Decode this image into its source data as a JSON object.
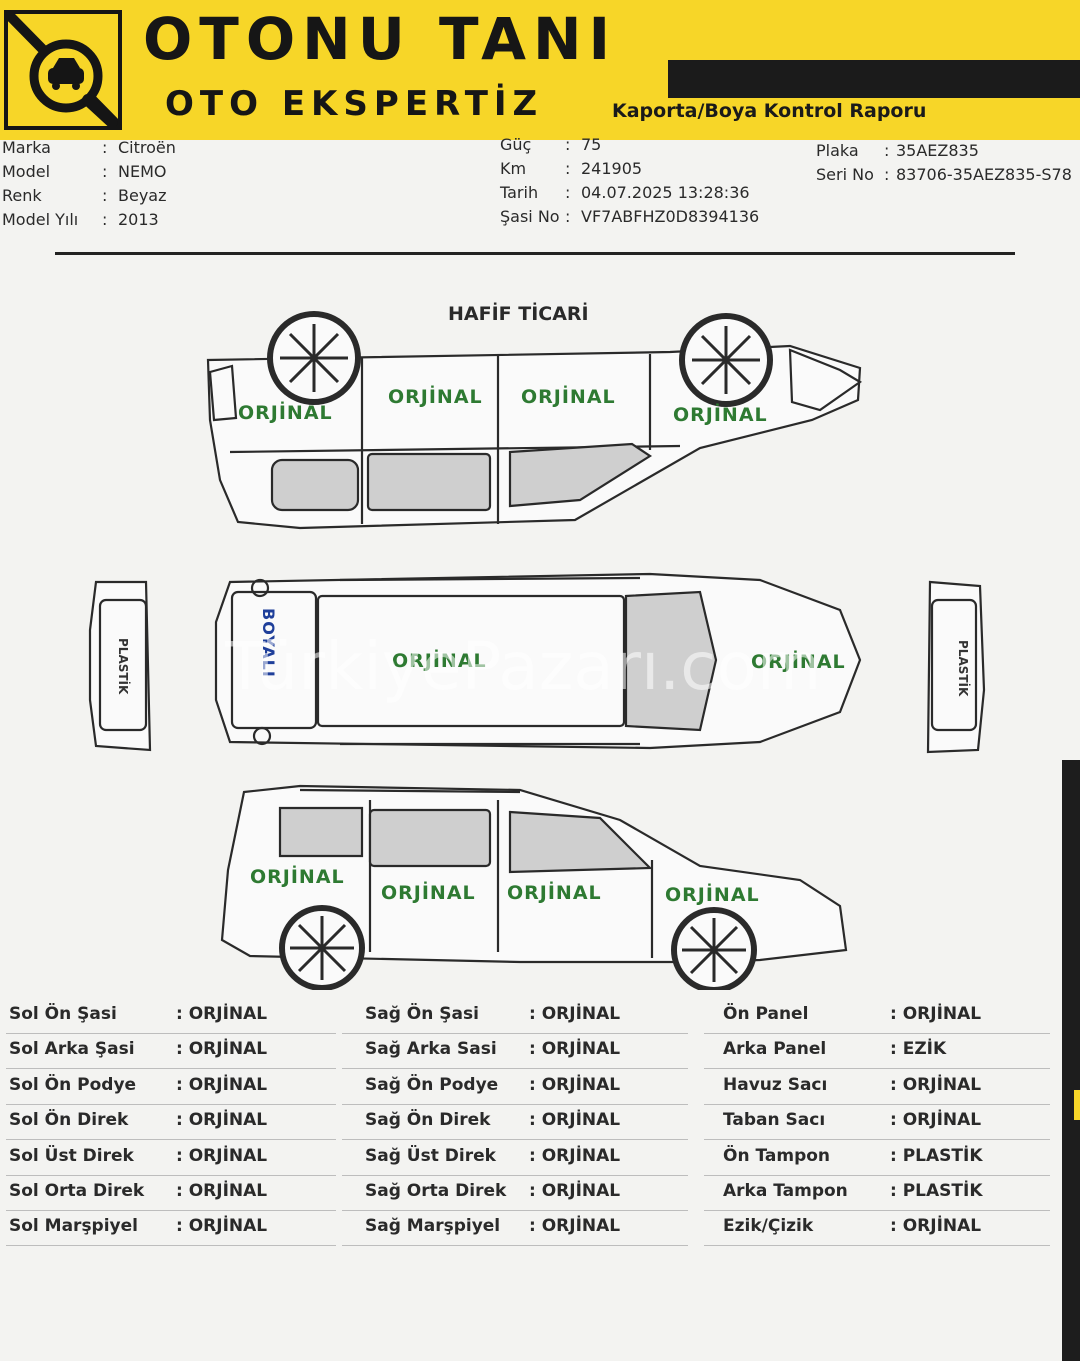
{
  "header": {
    "brand_line1": "OTONU TANI",
    "brand_line2": "OTO EKSPERTİZ",
    "subtitle": "Kaporta/Boya Kontrol Raporu",
    "logo_icon": "car-magnifier-icon",
    "colors": {
      "yellow": "#f7d628",
      "dark": "#161616"
    }
  },
  "vehicle": {
    "col1": [
      {
        "label": "Marka",
        "value": "Citroën"
      },
      {
        "label": "Model",
        "value": "NEMO"
      },
      {
        "label": "Renk",
        "value": "Beyaz"
      },
      {
        "label": "Model Yılı",
        "value": "2013"
      }
    ],
    "col2": [
      {
        "label": "Güç",
        "value": "75"
      },
      {
        "label": "Km",
        "value": "241905"
      },
      {
        "label": "Tarih",
        "value": "04.07.2025 13:28:36"
      },
      {
        "label": "Şasi No",
        "value": "VF7ABFHZ0D8394136"
      }
    ],
    "col3": [
      {
        "label": "Plaka",
        "value": "35AEZ835"
      },
      {
        "label": "Seri No",
        "value": "83706-35AEZ835-S78"
      }
    ]
  },
  "diagram": {
    "category": "HAFİF TİCARİ",
    "top_view": {
      "front_fender": "ORJİNAL",
      "front_door": "ORJİNAL",
      "rear_door": "ORJİNAL",
      "rear_fender": "ORJİNAL"
    },
    "middle_view": {
      "roof_rear": "BOYALI",
      "roof": "ORJİNAL",
      "hood": "ORJİNAL",
      "rear_bumper": "PLASTİK",
      "front_bumper": "PLASTİK"
    },
    "bottom_view": {
      "rear_fender": "ORJİNAL",
      "rear_door": "ORJİNAL",
      "front_door": "ORJİNAL",
      "front_fender": "ORJİNAL"
    },
    "colors": {
      "orjinal": "#2e7a32",
      "boyali": "#1f3f9a"
    }
  },
  "watermark": "TürkiyePazarı.com",
  "table": {
    "col1": [
      {
        "label": "Sol Ön Şasi",
        "value": ": ORJİNAL"
      },
      {
        "label": "Sol Arka Şasi",
        "value": ": ORJİNAL"
      },
      {
        "label": "Sol Ön Podye",
        "value": ": ORJİNAL"
      },
      {
        "label": "Sol Ön Direk",
        "value": ": ORJİNAL"
      },
      {
        "label": "Sol Üst Direk",
        "value": ": ORJİNAL"
      },
      {
        "label": "Sol Orta Direk",
        "value": ": ORJİNAL"
      },
      {
        "label": "Sol Marşpiyel",
        "value": ": ORJİNAL"
      }
    ],
    "col2": [
      {
        "label": "Sağ Ön Şasi",
        "value": ": ORJİNAL"
      },
      {
        "label": "Sağ Arka Sasi",
        "value": ": ORJİNAL"
      },
      {
        "label": "Sağ Ön Podye",
        "value": ": ORJİNAL"
      },
      {
        "label": "Sağ Ön Direk",
        "value": ": ORJİNAL"
      },
      {
        "label": "Sağ Üst Direk",
        "value": ": ORJİNAL"
      },
      {
        "label": "Sağ Orta Direk",
        "value": ": ORJİNAL"
      },
      {
        "label": "Sağ Marşpiyel",
        "value": ": ORJİNAL"
      }
    ],
    "col3": [
      {
        "label": "Ön Panel",
        "value": ": ORJİNAL"
      },
      {
        "label": "Arka Panel",
        "value": ": EZİK"
      },
      {
        "label": "Havuz Sacı",
        "value": ": ORJİNAL"
      },
      {
        "label": "Taban Sacı",
        "value": ": ORJİNAL"
      },
      {
        "label": "Ön Tampon",
        "value": ": PLASTİK"
      },
      {
        "label": "Arka Tampon",
        "value": ": PLASTİK"
      },
      {
        "label": "Ezik/Çizik",
        "value": ": ORJİNAL"
      }
    ]
  }
}
